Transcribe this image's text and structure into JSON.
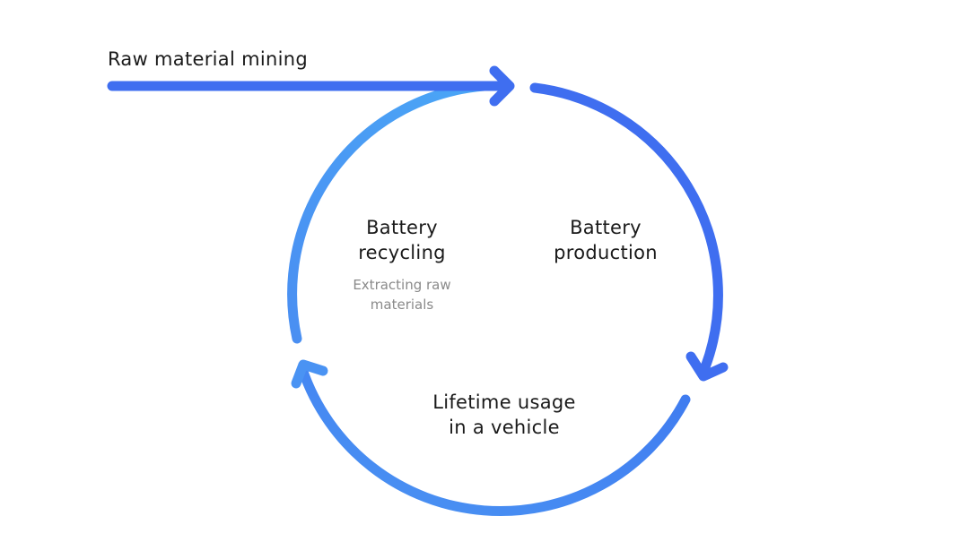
{
  "diagram": {
    "title": "Battery lifecycle",
    "input": {
      "label": "Raw material mining"
    },
    "stages": [
      {
        "id": "production",
        "label_lines": [
          "Battery",
          "production"
        ]
      },
      {
        "id": "usage",
        "label_lines": [
          "Lifetime usage",
          "in a vehicle"
        ]
      },
      {
        "id": "recycling",
        "label_lines": [
          "Battery",
          "recycling"
        ],
        "sublabel_lines": [
          "Extracting raw",
          "materials"
        ]
      }
    ],
    "edges": [
      {
        "from": "raw-material-mining",
        "to": "production"
      },
      {
        "from": "production",
        "to": "usage"
      },
      {
        "from": "usage",
        "to": "recycling"
      },
      {
        "from": "recycling",
        "to": "production"
      }
    ],
    "colors": {
      "arrow_dark": "#3f6ef0",
      "arrow_light": "#4aa3f5",
      "text": "#1a1a1a",
      "subtext": "#8a8a8a"
    }
  }
}
